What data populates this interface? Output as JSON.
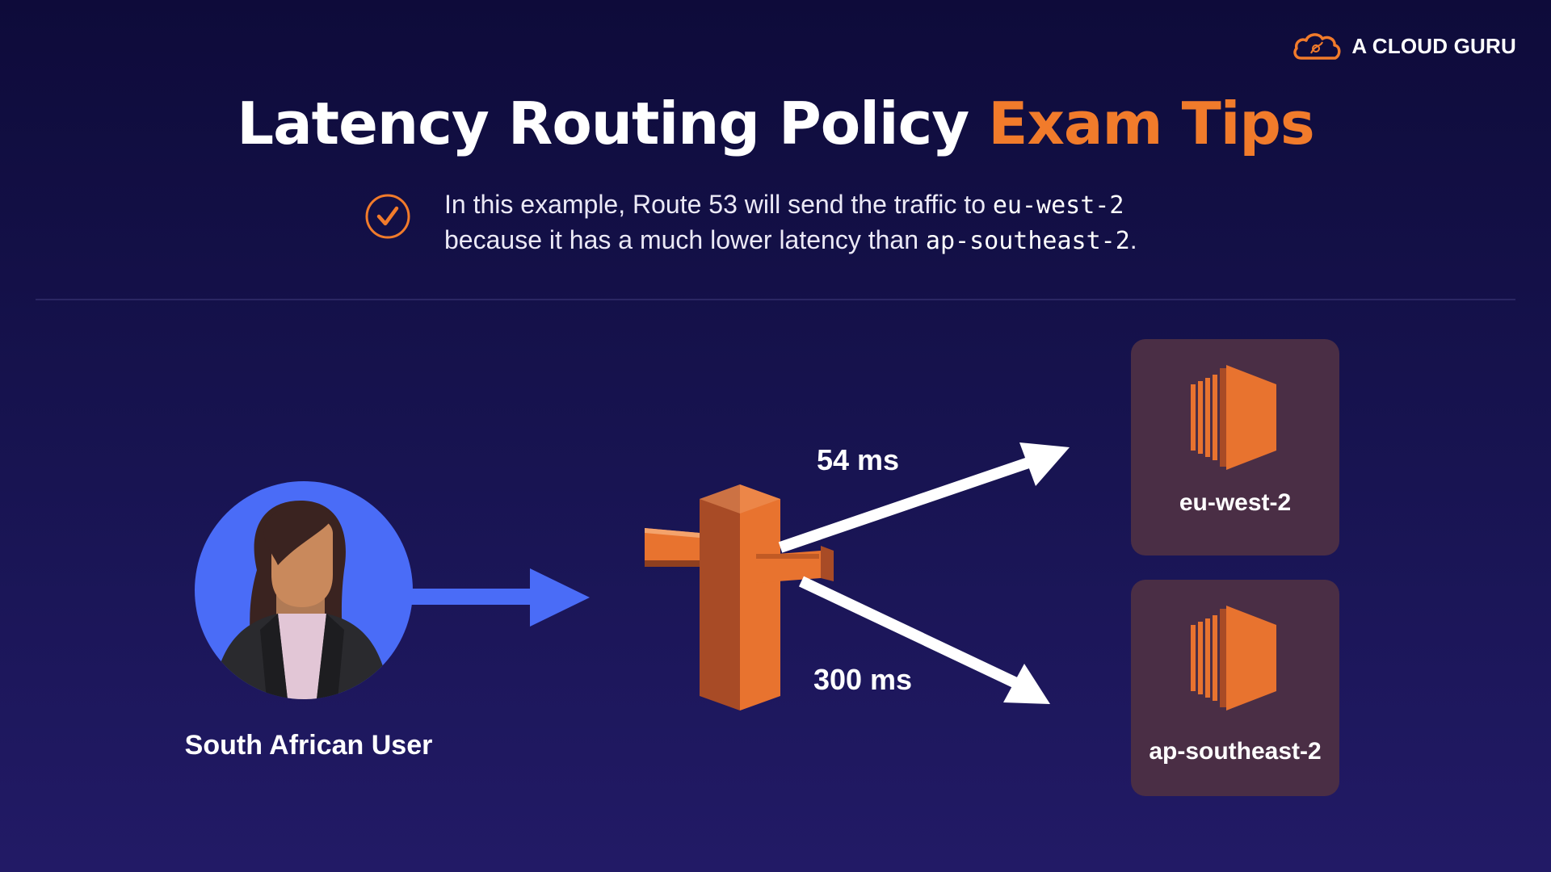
{
  "brand": {
    "name": "A CLOUD GURU"
  },
  "title": {
    "main": "Latency Routing Policy",
    "accent": "Exam Tips"
  },
  "tip": {
    "line1_prefix": "In this example, Route 53 will send the traffic to ",
    "line1_code": "eu-west-2",
    "line2_prefix": "because it has a much lower latency than ",
    "line2_code": "ap-southeast-2",
    "line2_suffix": "."
  },
  "diagram": {
    "user_label": "South African User",
    "latency_fast": "54 ms",
    "latency_slow": "300 ms",
    "regions": [
      {
        "label": "eu-west-2"
      },
      {
        "label": "ap-southeast-2"
      }
    ]
  },
  "colors": {
    "background": "#140f48",
    "accent": "#f17b2b",
    "arrow_user": "#4a6cf7",
    "arrow_route": "#ffffff",
    "region_card": "#4a2e45",
    "aws_orange": "#e8732f"
  }
}
